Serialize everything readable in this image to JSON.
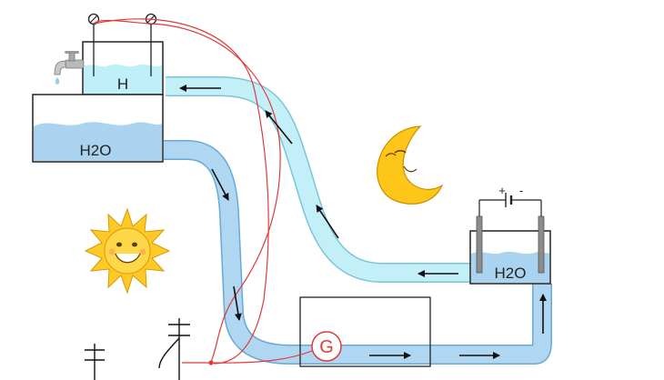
{
  "labels": {
    "top_container": "H",
    "main_tank": "H2O",
    "electrolyzer_tank": "H2O",
    "generator": "G",
    "battery_plus": "+",
    "battery_minus": "-"
  },
  "colors": {
    "pipe_light": "#bfeff8",
    "pipe_dark": "#a9d3ef",
    "water_light": "#b6ecf7",
    "water_dark": "#a7cfee",
    "wire": "#e03a3a",
    "arrow": "#111111",
    "sun": "#ffcf2e",
    "moon": "#ffc61a"
  }
}
